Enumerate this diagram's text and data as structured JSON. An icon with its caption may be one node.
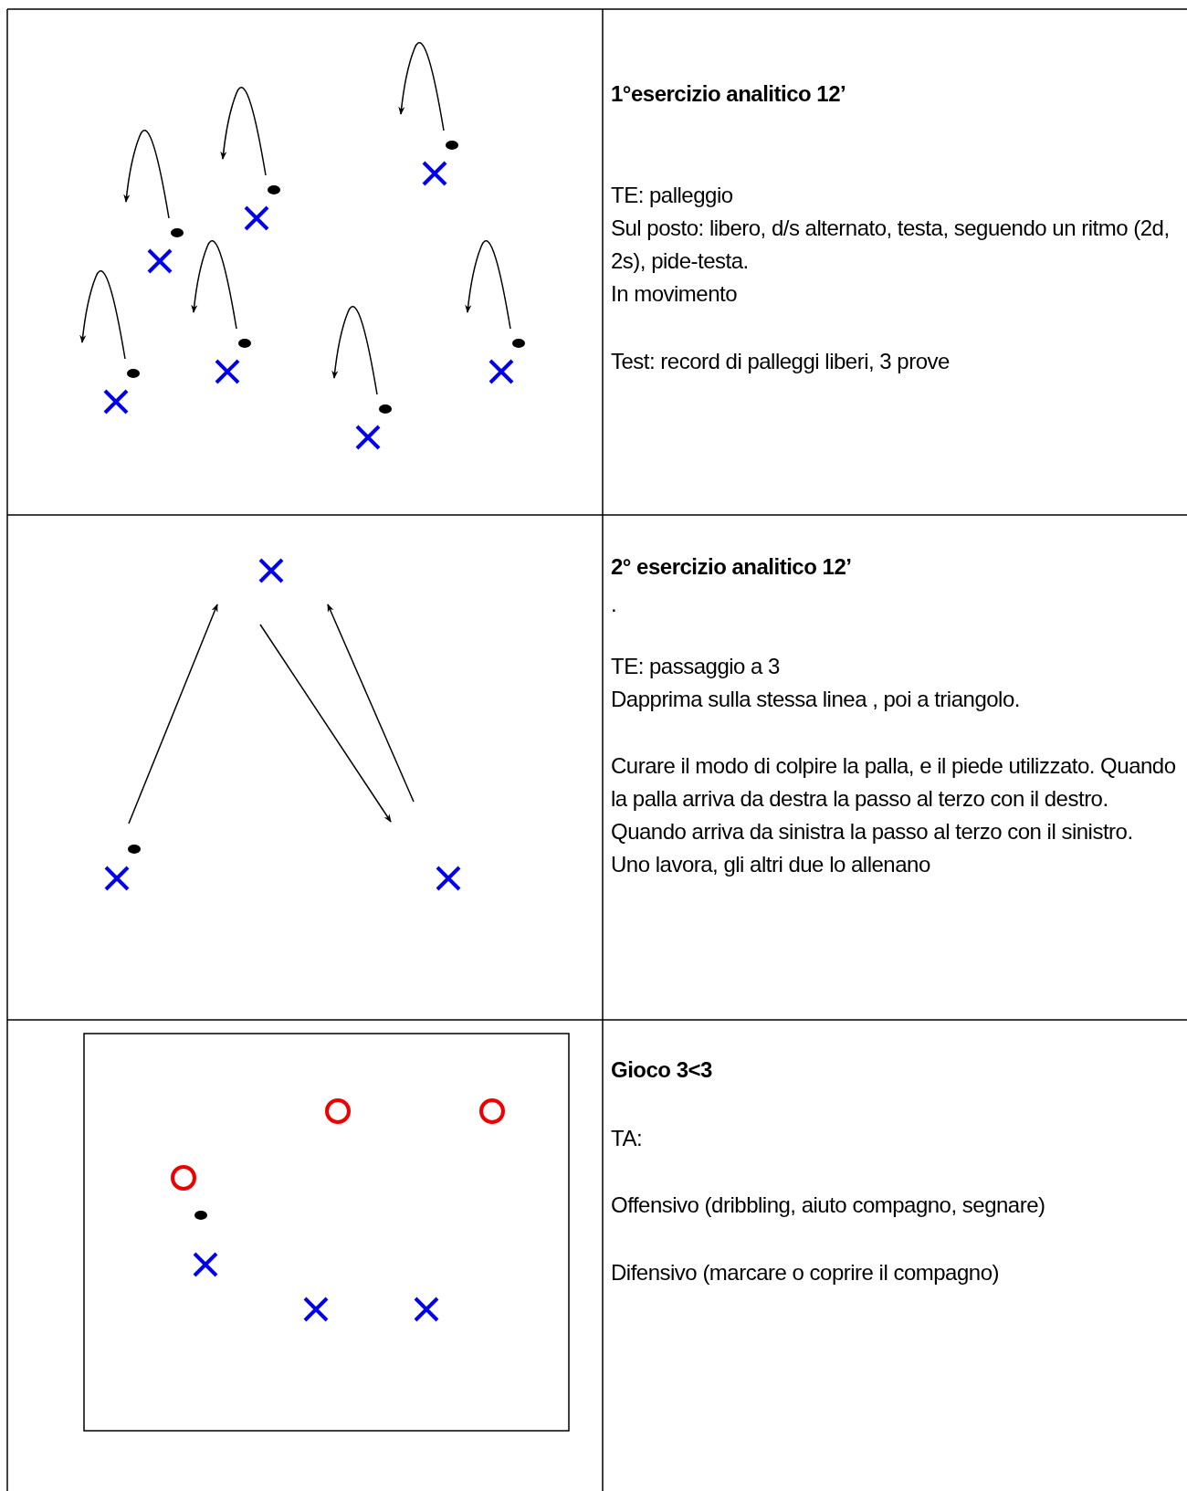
{
  "diagram": {
    "nodes": [
      {
        "text": [
          "1°esercizio analitico 12’",
          "TE: palleggio",
          "Sul posto: libero, d/s alternato, testa, seguendo un ritmo (2d, 2s), pide-testa.",
          "In movimento",
          "Test: record di palleggi liberi, 3 prove"
        ]
      },
      {
        "text": [
          "2° esercizio analitico 12’",
          ".",
          "TE: passaggio a 3",
          "Dapprima sulla stessa linea , poi a triangolo.",
          "Curare il modo di colpire la palla, e il piede utilizzato. Quando la palla arriva da destra la passo al terzo con il destro. Quando arriva da sinistra la passo al terzo con il sinistro.",
          "Uno lavora, gli altri due lo allenano"
        ]
      },
      {
        "text": [
          "Gioco 3<3",
          "TA:",
          "Offensivo (dribbling, aiuto compagno, segnare)",
          "Difensivo (marcare o coprire il compagno)"
        ]
      },
      {
        "text": [],
        "shape": "cross"
      },
      {
        "text": [],
        "shape": "cross"
      },
      {
        "text": [],
        "shape": "cross"
      }
    ],
    "edges": [
      {
        "from": 4,
        "to": 3,
        "arrow": "to"
      },
      {
        "from": 3,
        "to": 5,
        "arrow": "to"
      },
      {
        "from": 5,
        "to": 3,
        "arrow": "to"
      }
    ]
  }
}
